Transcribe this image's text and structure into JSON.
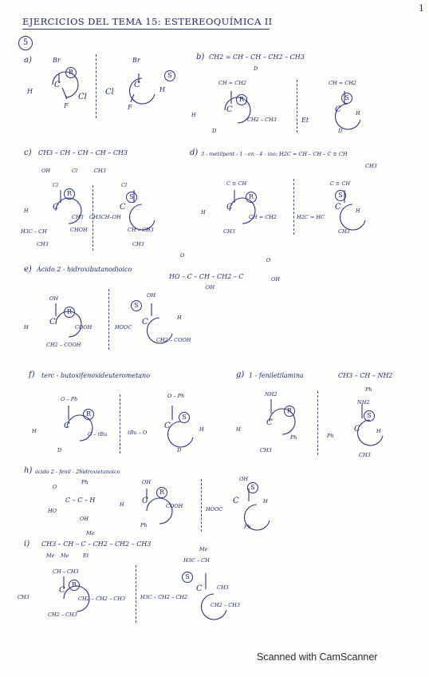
{
  "header": {
    "title": "EJERCICIOS DEL TEMA 15: ESTEREOQUÍMICA II",
    "page_number": "1"
  },
  "exercise_number": "5",
  "items": {
    "a": {
      "label": "a)",
      "sub1": [
        "Br",
        "H",
        "C",
        "Cl",
        "F",
        "R"
      ],
      "sub2": [
        "Br",
        "Cl",
        "C",
        "H",
        "F",
        "S"
      ]
    },
    "b": {
      "label": "b)",
      "formula": "CH2 = CH – CH – CH2 – CH3",
      "formula_sub": "D",
      "sub1": [
        "CH = CH2",
        "H",
        "C",
        "CH2 – CH3",
        "D",
        "R"
      ],
      "sub2": [
        "CH = CH2",
        "Et",
        "C",
        "H",
        "D",
        "S"
      ]
    },
    "c": {
      "label": "c)",
      "formula": "CH3 – CH – CH – CH – CH3",
      "formula_subs": [
        "OH",
        "Cl",
        "CH3"
      ],
      "sub1": [
        "Cl",
        "H",
        "C",
        "R",
        "H3C – CH",
        "CH3",
        "CH3",
        "CHOH"
      ],
      "sub2": [
        "Cl",
        "CH3CH–OH",
        "C",
        "S",
        "CH – CH3",
        "CH3"
      ]
    },
    "d": {
      "label": "d)",
      "formula": "3 - metilpent - 1 - en - 4 - ino: H2C = CH – CH – C ≡ CH",
      "formula_sub": "CH3",
      "sub1": [
        "C ≡ CH",
        "H",
        "C",
        "CH = CH2",
        "CH3",
        "R"
      ],
      "sub2": [
        "C ≡ CH",
        "H2C = HC",
        "C",
        "H",
        "CH3",
        "S"
      ]
    },
    "e": {
      "label": "e)",
      "name": "Ácido 2 - hidroxibutanodioico",
      "formula": "HO – C – CH – CH2 – C",
      "formula_subs": [
        "O",
        "OH",
        "O",
        "OH"
      ],
      "sub1": [
        "OH",
        "H",
        "C",
        "COOH",
        "CH2 – COOH",
        "R"
      ],
      "sub2": [
        "OH",
        "HOOC",
        "C",
        "H",
        "CH2 – COOH",
        "S"
      ]
    },
    "f": {
      "label": "f)",
      "name": "terc - butoxifenoxideuterometano",
      "sub1": [
        "O – Ph",
        "H",
        "C",
        "O – tBu",
        "D",
        "R"
      ],
      "sub2": [
        "O – Ph",
        "tBu – O",
        "C",
        "H",
        "D",
        "S"
      ]
    },
    "g": {
      "label": "g)",
      "name": "1 - feniletilamina",
      "formula": "CH3 – CH – NH2",
      "formula_sub": "Ph",
      "sub1": [
        "NH2",
        "H",
        "C",
        "Ph",
        "CH3",
        "R"
      ],
      "sub2": [
        "NH2",
        "Ph",
        "C",
        "H",
        "CH3",
        "S"
      ]
    },
    "h": {
      "label": "h)",
      "name": "ácido 2 - fenil - 2hidroxietanoico",
      "formula": "C – C – H",
      "formula_subs": [
        "O",
        "HO",
        "Ph",
        "OH"
      ],
      "sub1": [
        "OH",
        "H",
        "C",
        "COOH",
        "Ph",
        "R"
      ],
      "sub2": [
        "OH",
        "HOOC",
        "C",
        "H",
        "Ph",
        "S"
      ]
    },
    "i": {
      "label": "i)",
      "formula": "CH3 – CH – C – CH2 – CH2 – CH3",
      "formula_subs": [
        "Me",
        "Me",
        "Et",
        "Me"
      ],
      "sub1": [
        "CH – CH3",
        "CH3",
        "C",
        "CH2 – CH2 – CH3",
        "CH2 – CH3",
        "R"
      ],
      "sub2": [
        "H3C – CH",
        "H3C – CH2 – CH2",
        "C",
        "CH3",
        "CH2 – CH3",
        "S",
        "Me"
      ]
    }
  },
  "footer": {
    "scanner_text": "Scanned with CamScanner"
  }
}
